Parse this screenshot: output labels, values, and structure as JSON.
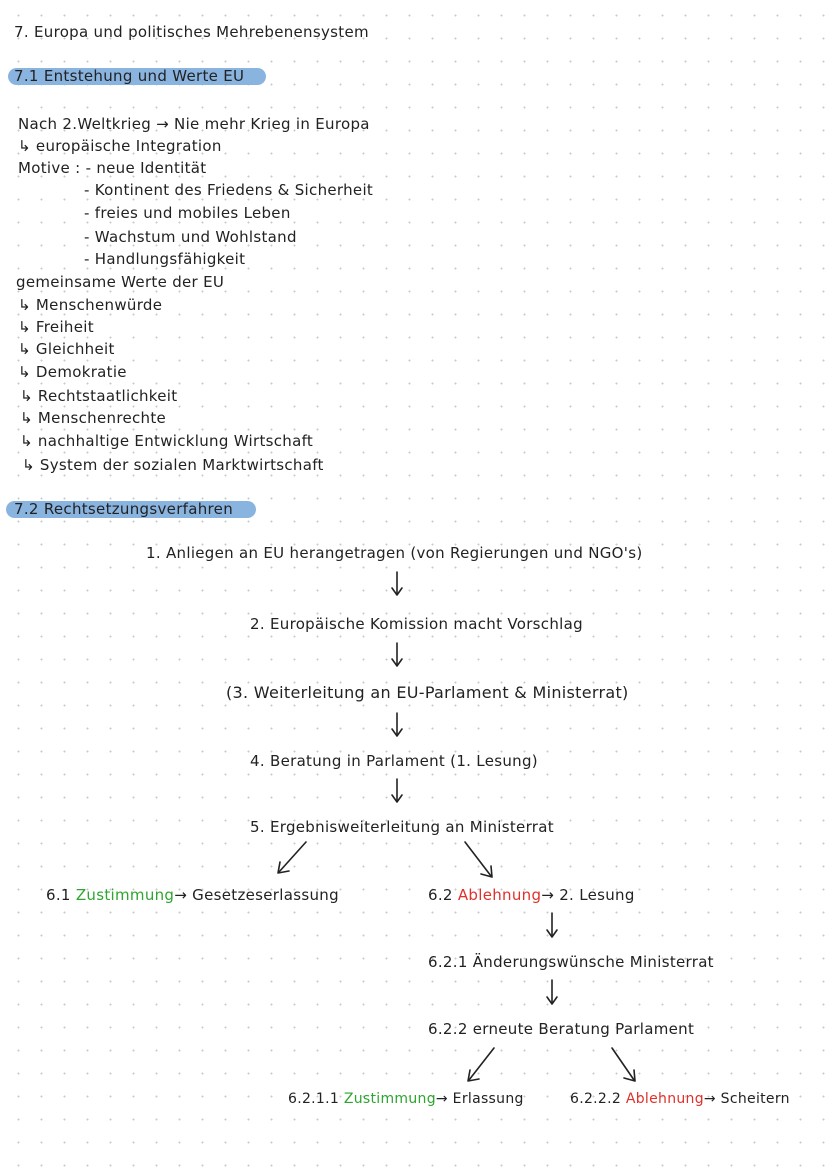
{
  "title": "7. Europa und politisches Mehrebenensystem",
  "section1": {
    "heading": "7.1 Entstehung und Werte EU",
    "lines": [
      "Nach 2.Weltkrieg → Nie mehr Krieg in Europa",
      "↳ europäische Integration",
      "Motive : - neue Identität",
      "- Kontinent des Friedens & Sicherheit",
      "- freies und mobiles Leben",
      "- Wachstum und Wohlstand",
      "- Handlungsfähigkeit",
      "gemeinsame Werte der EU",
      "↳ Menschenwürde",
      "↳ Freiheit",
      "↳ Gleichheit",
      "↳ Demokratie",
      "↳ Rechtstaatlichkeit",
      "↳ Menschenrechte",
      "↳ nachhaltige Entwicklung Wirtschaft",
      "↳ System der sozialen Marktwirtschaft"
    ]
  },
  "section2": {
    "heading": "7.2 Rechtsetzungsverfahren",
    "steps": {
      "s1": "1. Anliegen an EU herangetragen (von Regierungen und NGO's)",
      "s2": "2. Europäische Komission macht Vorschlag",
      "s3": "(3. Weiterleitung an EU-Parlament & Ministerrat)",
      "s4": "4. Beratung in Parlament (1. Lesung)",
      "s5": "5. Ergebnisweiterleitung an Ministerrat",
      "s61_num": "6.1",
      "s61_colored": "Zustimmung",
      "s61_rest": "→ Gesetzeserlassung",
      "s62_num": "6.2",
      "s62_colored": "Ablehnung",
      "s62_rest": "→ 2. Lesung",
      "s621": "6.2.1 Änderungswünsche Ministerrat",
      "s622": "6.2.2 erneute Beratung Parlament",
      "s6211_num": "6.2.1.1",
      "s6211_colored": "Zustimmung",
      "s6211_rest": "→ Erlassung",
      "s6222_num": "6.2.2.2",
      "s6222_colored": "Ablehnung",
      "s6222_rest": "→ Scheitern"
    }
  },
  "colors": {
    "highlight": "#8ab4e0",
    "approve": "#2ea52e",
    "reject": "#e0302a"
  }
}
